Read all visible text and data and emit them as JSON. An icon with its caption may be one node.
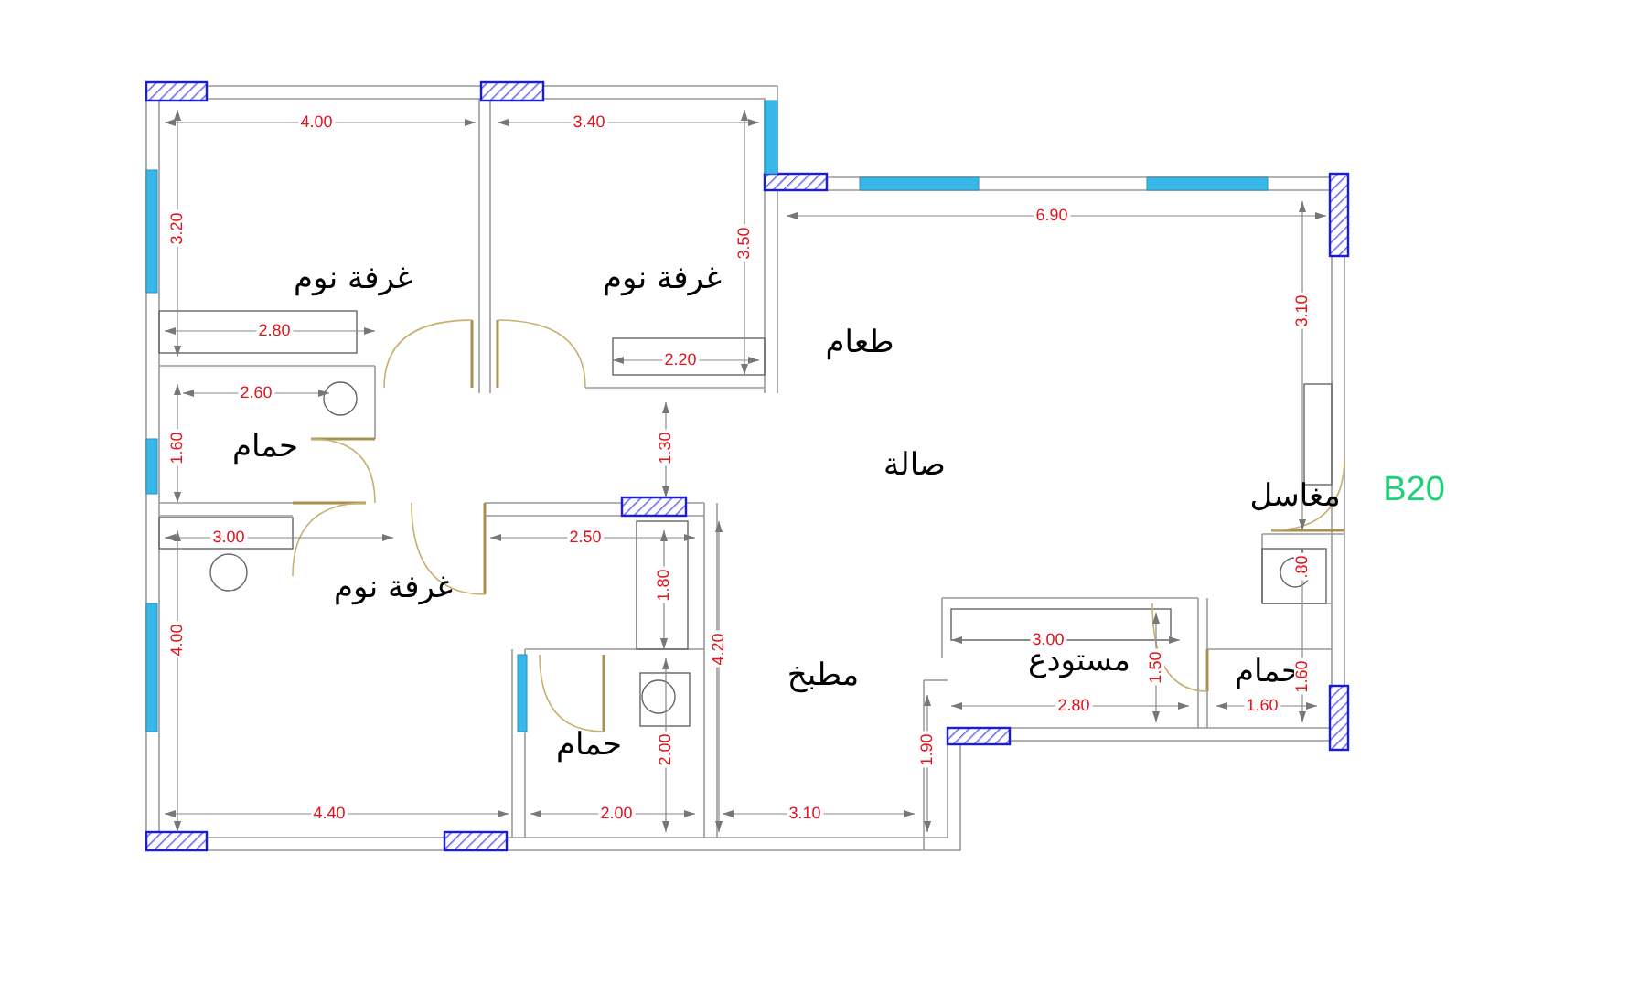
{
  "diagram": {
    "labels": [
      "4.00",
      "3.40",
      "6.90",
      "3.20",
      "3.50",
      "غرفة نوم",
      "غرفة نوم",
      "3.10",
      "2.80",
      "طعام",
      "2.20",
      "2.60",
      "1.60",
      "حمام",
      "1.30",
      "صالة",
      "مغاسل",
      "B20",
      "3.00",
      "2.50",
      ".80",
      "غرفة نوم",
      "1.80",
      "3.00",
      "4.00",
      "4.20",
      "مطبخ",
      "مستودع",
      "1.50",
      "حمام",
      "1.60",
      "2.80",
      "1.60",
      "حمام",
      "2.00",
      "1.90",
      "4.40",
      "2.00",
      "3.10"
    ]
  }
}
